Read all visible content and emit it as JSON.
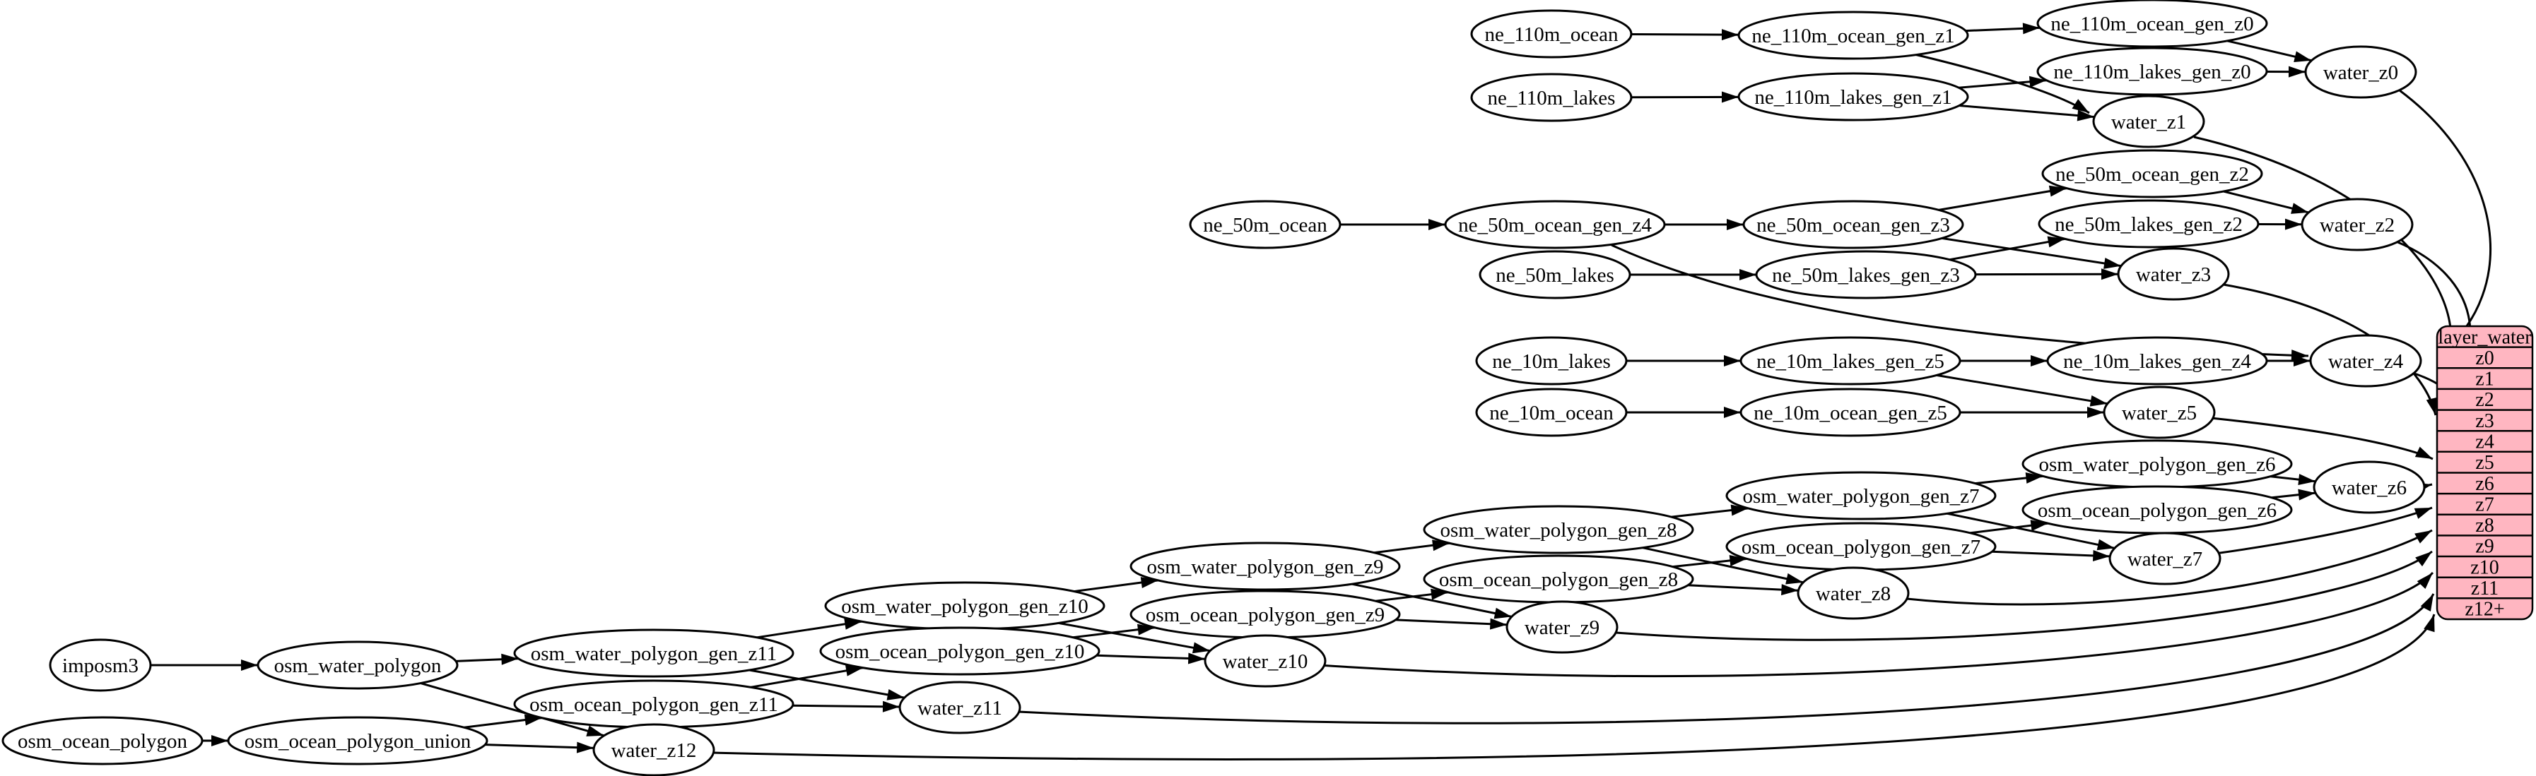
{
  "diagram": {
    "type": "digraph",
    "background": "#ffffff",
    "colors": {
      "node_fill": "#ffffff",
      "node_stroke": "#000000",
      "edge_color": "#000000",
      "record_fill": "#ffb6c1",
      "record_stroke": "#000000",
      "text_color": "#000000"
    },
    "record": {
      "title": "layer_water",
      "rows": [
        "z0",
        "z1",
        "z2",
        "z3",
        "z4",
        "z5",
        "z6",
        "z7",
        "z8",
        "z9",
        "z10",
        "z11",
        "z12+"
      ]
    },
    "nodes": [
      {
        "id": "ne_110m_ocean",
        "label": "ne_110m_ocean"
      },
      {
        "id": "ne_110m_ocean_gen_z1",
        "label": "ne_110m_ocean_gen_z1"
      },
      {
        "id": "ne_110m_ocean_gen_z0",
        "label": "ne_110m_ocean_gen_z0"
      },
      {
        "id": "ne_110m_lakes",
        "label": "ne_110m_lakes"
      },
      {
        "id": "ne_110m_lakes_gen_z1",
        "label": "ne_110m_lakes_gen_z1"
      },
      {
        "id": "ne_110m_lakes_gen_z0",
        "label": "ne_110m_lakes_gen_z0"
      },
      {
        "id": "water_z0",
        "label": "water_z0"
      },
      {
        "id": "water_z1",
        "label": "water_z1"
      },
      {
        "id": "ne_50m_ocean",
        "label": "ne_50m_ocean"
      },
      {
        "id": "ne_50m_ocean_gen_z4",
        "label": "ne_50m_ocean_gen_z4"
      },
      {
        "id": "ne_50m_ocean_gen_z3",
        "label": "ne_50m_ocean_gen_z3"
      },
      {
        "id": "ne_50m_ocean_gen_z2",
        "label": "ne_50m_ocean_gen_z2"
      },
      {
        "id": "ne_50m_lakes",
        "label": "ne_50m_lakes"
      },
      {
        "id": "ne_50m_lakes_gen_z3",
        "label": "ne_50m_lakes_gen_z3"
      },
      {
        "id": "ne_50m_lakes_gen_z2",
        "label": "ne_50m_lakes_gen_z2"
      },
      {
        "id": "water_z2",
        "label": "water_z2"
      },
      {
        "id": "water_z3",
        "label": "water_z3"
      },
      {
        "id": "ne_10m_lakes",
        "label": "ne_10m_lakes"
      },
      {
        "id": "ne_10m_lakes_gen_z5",
        "label": "ne_10m_lakes_gen_z5"
      },
      {
        "id": "ne_10m_lakes_gen_z4",
        "label": "ne_10m_lakes_gen_z4"
      },
      {
        "id": "ne_10m_ocean",
        "label": "ne_10m_ocean"
      },
      {
        "id": "ne_10m_ocean_gen_z5",
        "label": "ne_10m_ocean_gen_z5"
      },
      {
        "id": "water_z4",
        "label": "water_z4"
      },
      {
        "id": "water_z5",
        "label": "water_z5"
      },
      {
        "id": "osm_water_polygon_gen_z6",
        "label": "osm_water_polygon_gen_z6"
      },
      {
        "id": "osm_ocean_polygon_gen_z6",
        "label": "osm_ocean_polygon_gen_z6"
      },
      {
        "id": "water_z6",
        "label": "water_z6"
      },
      {
        "id": "osm_water_polygon_gen_z7",
        "label": "osm_water_polygon_gen_z7"
      },
      {
        "id": "osm_ocean_polygon_gen_z7",
        "label": "osm_ocean_polygon_gen_z7"
      },
      {
        "id": "water_z7",
        "label": "water_z7"
      },
      {
        "id": "osm_water_polygon_gen_z8",
        "label": "osm_water_polygon_gen_z8"
      },
      {
        "id": "osm_ocean_polygon_gen_z8",
        "label": "osm_ocean_polygon_gen_z8"
      },
      {
        "id": "water_z8",
        "label": "water_z8"
      },
      {
        "id": "osm_water_polygon_gen_z9",
        "label": "osm_water_polygon_gen_z9"
      },
      {
        "id": "osm_ocean_polygon_gen_z9",
        "label": "osm_ocean_polygon_gen_z9"
      },
      {
        "id": "water_z9",
        "label": "water_z9"
      },
      {
        "id": "osm_water_polygon_gen_z10",
        "label": "osm_water_polygon_gen_z10"
      },
      {
        "id": "osm_ocean_polygon_gen_z10",
        "label": "osm_ocean_polygon_gen_z10"
      },
      {
        "id": "water_z10",
        "label": "water_z10"
      },
      {
        "id": "osm_water_polygon_gen_z11",
        "label": "osm_water_polygon_gen_z11"
      },
      {
        "id": "osm_ocean_polygon_gen_z11",
        "label": "osm_ocean_polygon_gen_z11"
      },
      {
        "id": "water_z11",
        "label": "water_z11"
      },
      {
        "id": "imposm3",
        "label": "imposm3"
      },
      {
        "id": "osm_water_polygon",
        "label": "osm_water_polygon"
      },
      {
        "id": "osm_ocean_polygon",
        "label": "osm_ocean_polygon"
      },
      {
        "id": "osm_ocean_polygon_union",
        "label": "osm_ocean_polygon_union"
      },
      {
        "id": "water_z12",
        "label": "water_z12"
      }
    ],
    "edges": [
      [
        "ne_110m_ocean",
        "ne_110m_ocean_gen_z1"
      ],
      [
        "ne_110m_ocean_gen_z1",
        "ne_110m_ocean_gen_z0"
      ],
      [
        "ne_110m_ocean_gen_z1",
        "water_z1"
      ],
      [
        "ne_110m_ocean_gen_z0",
        "water_z0"
      ],
      [
        "ne_110m_lakes",
        "ne_110m_lakes_gen_z1"
      ],
      [
        "ne_110m_lakes_gen_z1",
        "ne_110m_lakes_gen_z0"
      ],
      [
        "ne_110m_lakes_gen_z1",
        "water_z1"
      ],
      [
        "ne_110m_lakes_gen_z0",
        "water_z0"
      ],
      [
        "water_z0",
        "layer_water:z0"
      ],
      [
        "water_z1",
        "layer_water:z1"
      ],
      [
        "ne_50m_ocean",
        "ne_50m_ocean_gen_z4"
      ],
      [
        "ne_50m_ocean_gen_z4",
        "ne_50m_ocean_gen_z3"
      ],
      [
        "ne_50m_ocean_gen_z4",
        "water_z4"
      ],
      [
        "ne_50m_ocean_gen_z3",
        "ne_50m_ocean_gen_z2"
      ],
      [
        "ne_50m_ocean_gen_z3",
        "water_z3"
      ],
      [
        "ne_50m_ocean_gen_z2",
        "water_z2"
      ],
      [
        "ne_50m_lakes",
        "ne_50m_lakes_gen_z3"
      ],
      [
        "ne_50m_lakes_gen_z3",
        "ne_50m_lakes_gen_z2"
      ],
      [
        "ne_50m_lakes_gen_z3",
        "water_z3"
      ],
      [
        "ne_50m_lakes_gen_z2",
        "water_z2"
      ],
      [
        "water_z2",
        "layer_water:z2"
      ],
      [
        "water_z3",
        "layer_water:z3"
      ],
      [
        "ne_10m_lakes",
        "ne_10m_lakes_gen_z5"
      ],
      [
        "ne_10m_lakes_gen_z5",
        "ne_10m_lakes_gen_z4"
      ],
      [
        "ne_10m_lakes_gen_z5",
        "water_z5"
      ],
      [
        "ne_10m_lakes_gen_z4",
        "water_z4"
      ],
      [
        "ne_10m_ocean",
        "ne_10m_ocean_gen_z5"
      ],
      [
        "ne_10m_ocean_gen_z5",
        "water_z5"
      ],
      [
        "water_z4",
        "layer_water:z4"
      ],
      [
        "water_z5",
        "layer_water:z5"
      ],
      [
        "osm_water_polygon_gen_z6",
        "water_z6"
      ],
      [
        "osm_ocean_polygon_gen_z6",
        "water_z6"
      ],
      [
        "osm_water_polygon_gen_z7",
        "osm_water_polygon_gen_z6"
      ],
      [
        "osm_water_polygon_gen_z7",
        "water_z7"
      ],
      [
        "osm_ocean_polygon_gen_z7",
        "osm_ocean_polygon_gen_z6"
      ],
      [
        "osm_ocean_polygon_gen_z7",
        "water_z7"
      ],
      [
        "osm_water_polygon_gen_z8",
        "osm_water_polygon_gen_z7"
      ],
      [
        "osm_water_polygon_gen_z8",
        "water_z8"
      ],
      [
        "osm_ocean_polygon_gen_z8",
        "osm_ocean_polygon_gen_z7"
      ],
      [
        "osm_ocean_polygon_gen_z8",
        "water_z8"
      ],
      [
        "osm_water_polygon_gen_z9",
        "osm_water_polygon_gen_z8"
      ],
      [
        "osm_water_polygon_gen_z9",
        "water_z9"
      ],
      [
        "osm_ocean_polygon_gen_z9",
        "osm_ocean_polygon_gen_z8"
      ],
      [
        "osm_ocean_polygon_gen_z9",
        "water_z9"
      ],
      [
        "osm_water_polygon_gen_z10",
        "osm_water_polygon_gen_z9"
      ],
      [
        "osm_water_polygon_gen_z10",
        "water_z10"
      ],
      [
        "osm_ocean_polygon_gen_z10",
        "osm_ocean_polygon_gen_z9"
      ],
      [
        "osm_ocean_polygon_gen_z10",
        "water_z10"
      ],
      [
        "osm_water_polygon_gen_z11",
        "osm_water_polygon_gen_z10"
      ],
      [
        "osm_water_polygon_gen_z11",
        "water_z11"
      ],
      [
        "osm_ocean_polygon_gen_z11",
        "osm_ocean_polygon_gen_z10"
      ],
      [
        "osm_ocean_polygon_gen_z11",
        "water_z11"
      ],
      [
        "imposm3",
        "osm_water_polygon"
      ],
      [
        "osm_water_polygon",
        "osm_water_polygon_gen_z11"
      ],
      [
        "osm_water_polygon",
        "water_z12"
      ],
      [
        "osm_ocean_polygon",
        "osm_ocean_polygon_union"
      ],
      [
        "osm_ocean_polygon_union",
        "osm_ocean_polygon_gen_z11"
      ],
      [
        "osm_ocean_polygon_union",
        "water_z12"
      ],
      [
        "water_z6",
        "layer_water:z6"
      ],
      [
        "water_z7",
        "layer_water:z7"
      ],
      [
        "water_z8",
        "layer_water:z8"
      ],
      [
        "water_z9",
        "layer_water:z9"
      ],
      [
        "water_z10",
        "layer_water:z10"
      ],
      [
        "water_z11",
        "layer_water:z11"
      ],
      [
        "water_z12",
        "layer_water:z12+"
      ]
    ]
  }
}
